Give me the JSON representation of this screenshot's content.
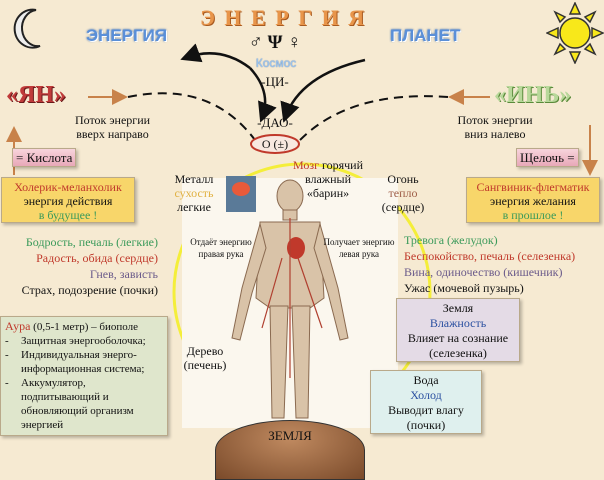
{
  "title": "Э Н Е Р Г И Я",
  "left_title": "ЭНЕРГИЯ",
  "right_title": "ПЛАНЕТ",
  "symbols": "♂ Ψ ♀",
  "cosmos": "Космос",
  "qi": "-ЦИ-",
  "dao": "-ДАО-",
  "zero": "O (±)",
  "yang": "«ЯН»",
  "yin": "«ИНЬ»",
  "flow_left": [
    "Поток энергии",
    "вверх направо"
  ],
  "flow_right": [
    "Поток энергии",
    "вниз налево"
  ],
  "acid": "= Кислота",
  "alkali": "Щелочь =",
  "left_box": [
    "Холерик-меланхолик",
    "энергия действия",
    "в будущее  !"
  ],
  "right_box": [
    "Сангвиник-флегматик",
    "энергия желания",
    "в прошлое  !"
  ],
  "left_emotions": [
    "Бодрость, печаль (легкие)",
    "Радость, обида (сердце)",
    "Гнев, зависть",
    "Страх, подозрение  (почки)"
  ],
  "right_emotions": [
    "Тревога (желудок)",
    "Беспокойство, печаль (селезенка)",
    "Вина, одиночество (кишечник)",
    "Ужас (мочевой пузырь)"
  ],
  "metal": [
    "Металл",
    "сухость",
    "легкие"
  ],
  "brain": [
    "Мозг",
    "горячий",
    "влажный",
    "«барин»"
  ],
  "fire": [
    "Огонь",
    "тепло",
    "(сердце)"
  ],
  "gives": [
    "Отдаёт энергию",
    "правая рука"
  ],
  "receives": [
    "Получает  энергию",
    "левая рука"
  ],
  "wood": [
    "Дерево",
    "(печень)"
  ],
  "aura": {
    "head": "Аура",
    "range": " (0,5-1 метр) – биополе",
    "items": [
      "Защитная энергооболочка;",
      "Индивидуальная энерго-информационная система;",
      "Аккумулятор, подпитывающий и обновляющий организм энергией"
    ]
  },
  "earth_box": [
    "Земля",
    "Влажность",
    "Влияет на сознание",
    "(селезенка)"
  ],
  "water_box": [
    "Вода",
    "Холод",
    "Выводит влагу",
    "(почки)"
  ],
  "ground": "ЗЕМЛЯ",
  "colors": {
    "red": "#c0392b",
    "green": "#3a9a5a",
    "purple": "#6a5a8a",
    "orange": "#e08a3a",
    "blue": "#2a4fa0",
    "yellow_box": "#f8d66a"
  }
}
